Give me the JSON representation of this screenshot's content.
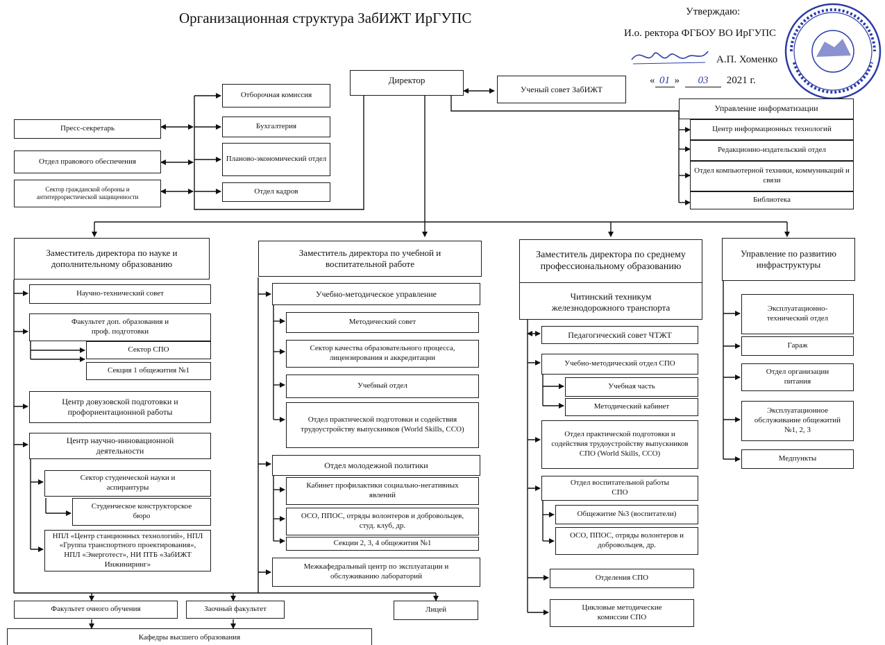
{
  "title": "Организационная структура ЗабИЖТ  ИрГУПС",
  "approval": {
    "line1": "Утверждаю:",
    "line2": "И.о. ректора ФГБОУ ВО ИрГУПС",
    "name": "А.П. Хоменко",
    "date_prefix": "«",
    "day": "01",
    "date_mid": "»",
    "month": "03",
    "year": "2021 г."
  },
  "top": {
    "director": "Директор",
    "council": "Ученый совет ЗабИЖТ",
    "left_units": [
      "Пресс-секретарь",
      "Отдел правового обеспечения",
      "Сектор гражданской обороны и антитеррористической защищенности"
    ],
    "center_units": [
      "Отборочная комиссия",
      "Бухгалтерия",
      "Планово-экономический отдел",
      "Отдел кадров"
    ],
    "it_dept": {
      "title": "Управление информатизации",
      "items": [
        "Центр информационных технологий",
        "Редакционно-издательский отдел",
        "Отдел компьютерной техники, коммуникаций и связи",
        "Библиотека"
      ]
    }
  },
  "col1": {
    "title": "Заместитель директора по науке и дополнительному образованию",
    "ntc": "Научно-технический совет",
    "faculty": "Факультет доп. образования и проф. подготовки",
    "spo_sector": "Сектор СПО",
    "section1": "Секция 1 общежития №1",
    "pre_univ": "Центр довузовской подготовки и профориентационной работы",
    "innov": "Центр научно-инновационной деятельности",
    "student_sci": "Сектор студенческой науки и аспирантуры",
    "design_bureau": "Студенческое конструкторское бюро",
    "npl": "НПЛ «Центр станционных технологий», НПЛ «Группа транспортного проектирования», НПЛ «Энерготест», НИ ПТБ «ЗабИЖТ Инжиниринг»"
  },
  "col2": {
    "title": "Заместитель директора по учебной и воспитательной работе",
    "umu": "Учебно-методическое управление",
    "method_council": "Методический совет",
    "quality": "Сектор качества образовательного процесса, лицензирования и аккредитации",
    "study_dept": "Учебный отдел",
    "practice": "Отдел практической подготовки и содействия трудоустройству выпускников (World Skills, ССО)",
    "youth": "Отдел молодежной политики",
    "prevention": "Кабинет профилактики социально-негативных явлений",
    "oso": "ОСО, ППОС, отряды волонтеров и добровольцев, студ. клуб, др.",
    "sections": "Секции 2, 3, 4 общежития №1",
    "lab_center": "Межкафедральный центр по эксплуатации и обслуживанию лабораторий"
  },
  "col3": {
    "title": "Заместитель директора по среднему профессиональному образованию",
    "tech": "Читинский техникум железнодорожного транспорта",
    "ped_council": "Педагогический совет ЧТЖТ",
    "umo_spo": "Учебно-методический отдел СПО",
    "study_part": "Учебная часть",
    "method_cab": "Методический кабинет",
    "practice_spo": "Отдел практической подготовки и содействия трудоустройству выпускников СПО (World Skills, ССО)",
    "edu_work": "Отдел воспитательной работы СПО",
    "dorm3": "Общежитие №3 (воспитатели)",
    "oso_spo": "ОСО, ППОС, отряды волонтеров и добровольцев, др.",
    "departments": "Отделения СПО",
    "cycle": "Цикловые методические комиссии СПО"
  },
  "col4": {
    "title": "Управление по развитию инфраструктуры",
    "items": [
      "Эксплуатационно-технический отдел",
      "Гараж",
      "Отдел организации питания",
      "Эксплуатационное обслуживание общежитий №1, 2, 3",
      "Медпункты"
    ]
  },
  "bottom": {
    "fulltime": "Факультет очного обучения",
    "extramural": "Заочный факультет",
    "lyceum": "Лицей",
    "chairs": "Кафедры высшего образования"
  }
}
